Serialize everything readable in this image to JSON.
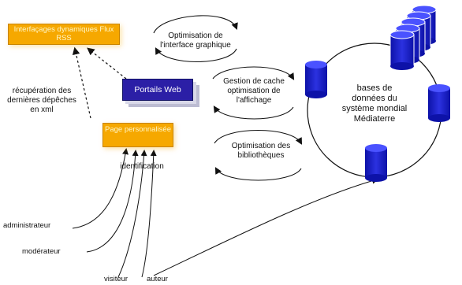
{
  "boxes": {
    "rss": "Interfaçages dynamiques Flux RSS",
    "portails": "Portails Web",
    "page": "Page personnalisée"
  },
  "ellipses": {
    "optim_interface": "Optimisation de l'interface graphique",
    "gestion_cache": "Gestion de cache optimisation de l'affichage",
    "optim_bibli": "Optimisation des bibliothèques"
  },
  "labels": {
    "recuperation": "récupération des dernières dépêches en xml",
    "identification": "identification",
    "bases": "bases de données du système mondial Médiaterre"
  },
  "users": {
    "administrateur": "administrateur",
    "moderateur": "modérateur",
    "visiteur": "visiteur",
    "auteur": "auteur"
  },
  "colors": {
    "orange": "#f6a800",
    "portal_blue": "#2b1fa6",
    "db_blue": "#1a1fc8"
  }
}
